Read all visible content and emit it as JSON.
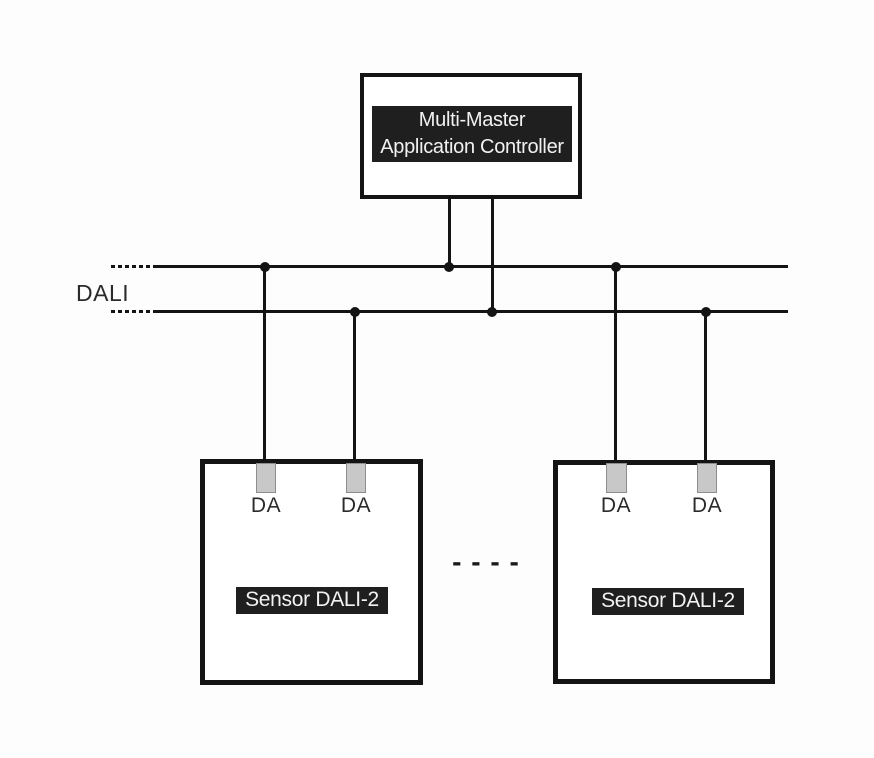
{
  "diagram": {
    "controller": {
      "label_line1": "Multi-Master",
      "label_line2": "Application Controller"
    },
    "bus": {
      "label": "DALI",
      "lines": 2,
      "junction_count": 6
    },
    "sensors": [
      {
        "label": "Sensor DALI-2",
        "terminals": [
          "DA",
          "DA"
        ]
      },
      {
        "label": "Sensor DALI-2",
        "terminals": [
          "DA",
          "DA"
        ]
      }
    ],
    "separator": "- - - -",
    "colors": {
      "line": "#141414",
      "label_background": "#1f1f1f",
      "label_text": "#f2f2f2",
      "terminal_fill": "#c8c8c8",
      "terminal_border": "#8d8d8d",
      "background": "#fdfdfd",
      "text": "#2b2b2b"
    }
  }
}
